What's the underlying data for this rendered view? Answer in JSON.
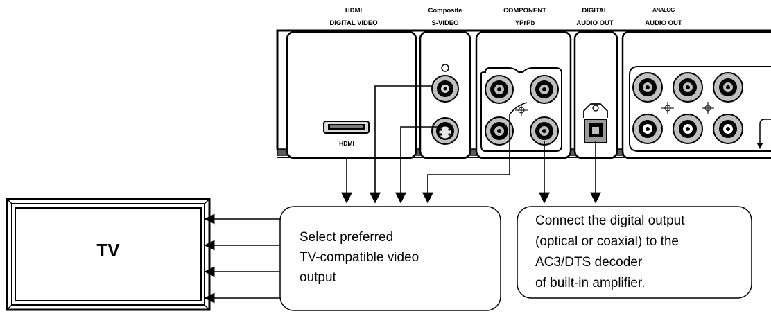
{
  "headers": {
    "hdmi": [
      "HDMI",
      "DIGITAL VIDEO"
    ],
    "composite": [
      "Composite",
      "S-VIDEO"
    ],
    "component": [
      "COMPONENT",
      "YPrPb"
    ],
    "digital_audio": [
      "DIGITAL",
      "AUDIO OUT"
    ],
    "analog": [
      "ANALOG",
      "AUDIO OUT"
    ]
  },
  "hdmi_port_label": "HDMI",
  "tv_label": "TV",
  "video_note": [
    "Select preferred",
    "TV-compatible video",
    "output"
  ],
  "audio_note": [
    "Connect the digital output",
    "(optical or coaxial)  to the",
    " AC3/DTS decoder",
    "of built-in amplifier."
  ]
}
